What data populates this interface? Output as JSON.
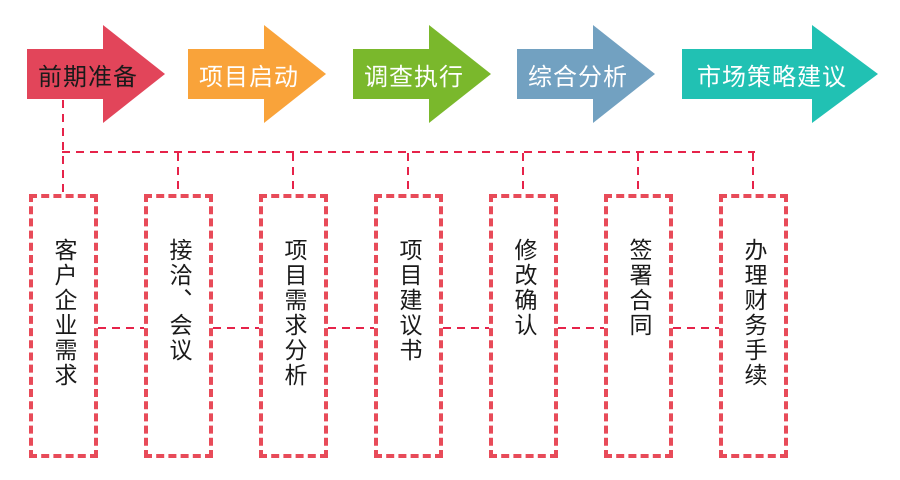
{
  "flow": {
    "stages": [
      {
        "label": "前期准备",
        "color": "#e2455a",
        "text_color": "#1a1a1a"
      },
      {
        "label": "项目启动",
        "color": "#f9a33a",
        "text_color": "#ffffff"
      },
      {
        "label": "调查执行",
        "color": "#7ab82c",
        "text_color": "#ffffff"
      },
      {
        "label": "综合分析",
        "color": "#72a1c1",
        "text_color": "#ffffff"
      },
      {
        "label": "市场策略建议",
        "color": "#21c1b3",
        "text_color": "#ffffff"
      }
    ],
    "steps": [
      {
        "label": "客户企业需求"
      },
      {
        "label": "接洽、会议"
      },
      {
        "label": "项目需求分析"
      },
      {
        "label": "项目建议书"
      },
      {
        "label": "修改确认"
      },
      {
        "label": "签署合同"
      },
      {
        "label": "办理财务手续"
      }
    ],
    "connector_color": "#e6234a",
    "box_border_color": "#e84b59",
    "step_text_color": "#1a1a1a"
  }
}
